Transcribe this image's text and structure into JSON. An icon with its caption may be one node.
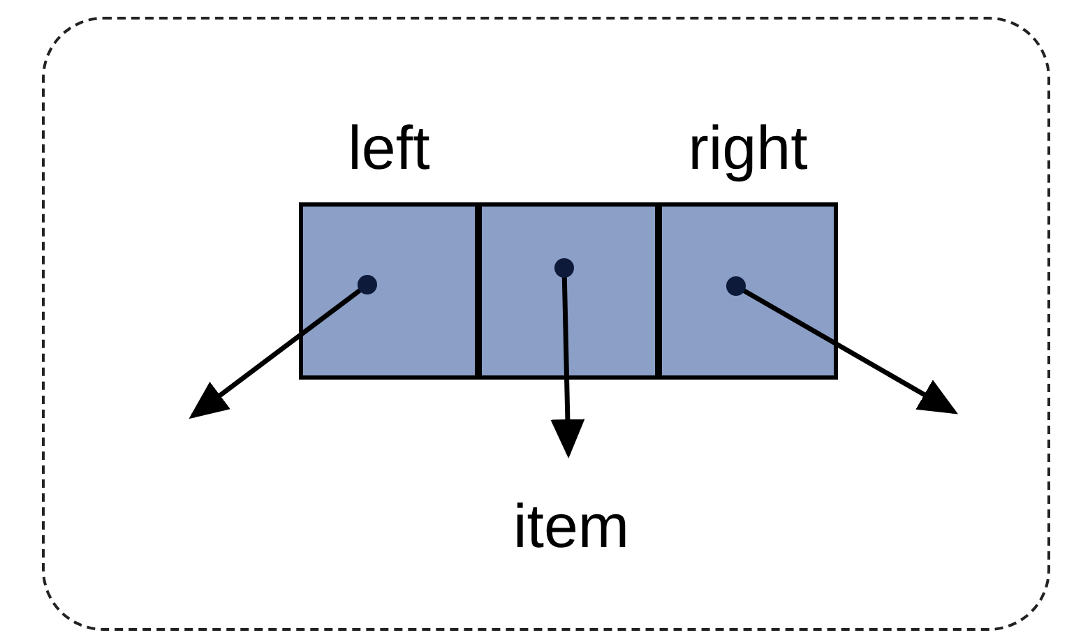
{
  "diagram": {
    "nodes": [
      {
        "text": [],
        "shape": "box"
      },
      {
        "text": [
          "left"
        ],
        "in": 0
      },
      {
        "text": [],
        "shape": "box",
        "in": 0
      },
      {
        "text": [
          "right"
        ],
        "in": 0
      },
      {
        "text": [
          "item"
        ],
        "in": 0
      }
    ],
    "edges": [
      {
        "from": 1,
        "to": null,
        "arrow": "to"
      },
      {
        "from": 2,
        "to": 4,
        "arrow": "to"
      },
      {
        "from": 3,
        "to": null,
        "arrow": "to"
      }
    ]
  }
}
